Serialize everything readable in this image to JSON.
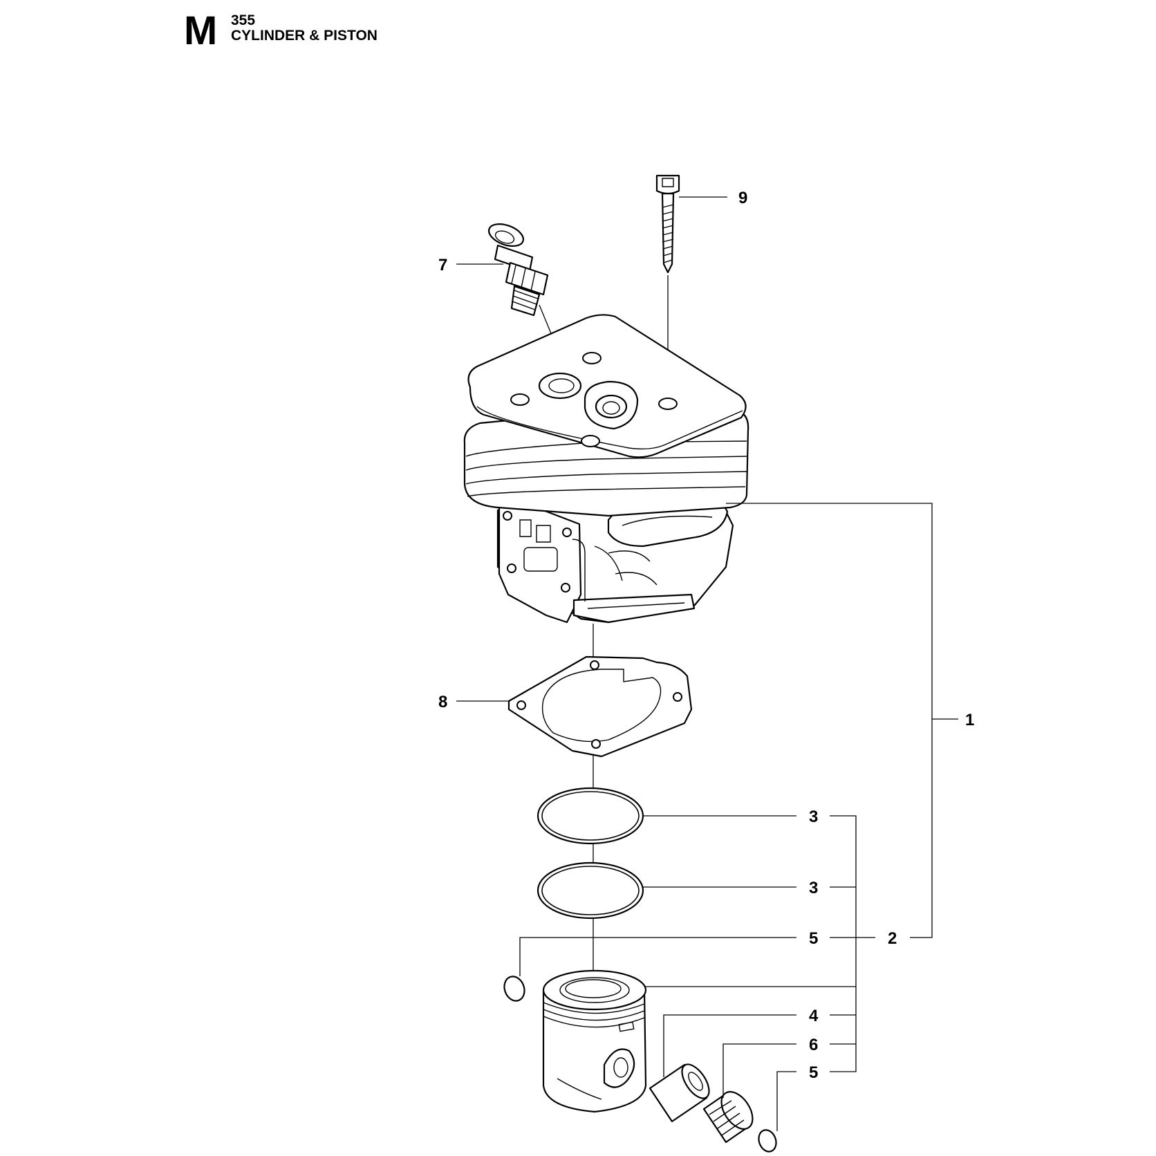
{
  "header": {
    "section_letter": "M",
    "model": "355",
    "title": "CYLINDER & PISTON"
  },
  "callouts": {
    "c9": "9",
    "c7": "7",
    "c1": "1",
    "c8": "8",
    "c3a": "3",
    "c3b": "3",
    "c5a": "5",
    "c2": "2",
    "c4": "4",
    "c6": "6",
    "c5b": "5"
  }
}
